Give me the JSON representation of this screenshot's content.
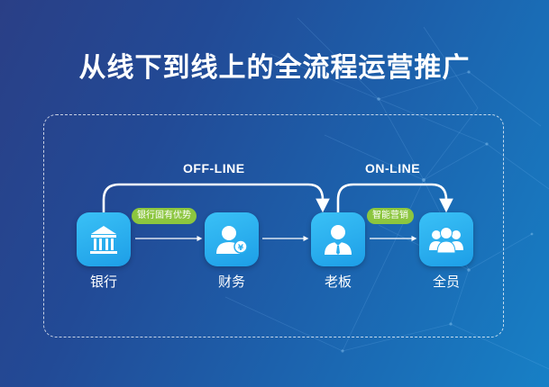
{
  "title": "从线下到线上的全流程运营推广",
  "phases": {
    "offline": "OFF-LINE",
    "online": "ON-LINE"
  },
  "nodes": [
    {
      "label": "银行",
      "icon": "bank-icon"
    },
    {
      "label": "财务",
      "icon": "finance-person-icon"
    },
    {
      "label": "老板",
      "icon": "boss-icon"
    },
    {
      "label": "全员",
      "icon": "team-icon"
    }
  ],
  "tags": {
    "bank_edge": "银行固有优势",
    "marketing_edge": "智能营销"
  },
  "colors": {
    "node": "#2aaff0",
    "tag": "#8cc63f",
    "text": "#ffffff"
  }
}
